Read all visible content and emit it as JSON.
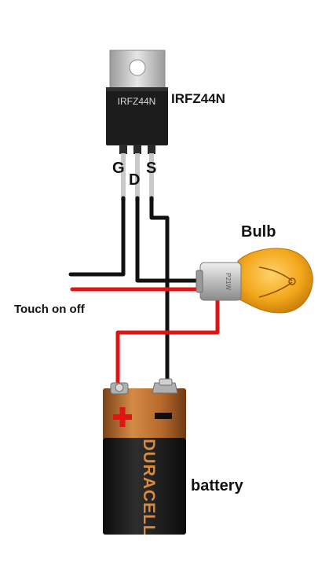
{
  "mosfet": {
    "marking": "IRFZ44N",
    "name": "IRFZ44N",
    "pins": {
      "gate": "G",
      "drain": "D",
      "source": "S"
    }
  },
  "bulb": {
    "label": "Bulb",
    "marking": "P21W"
  },
  "touch": {
    "label": "Touch on off"
  },
  "battery": {
    "label": "battery",
    "brand": "DURACELL",
    "positive": "+",
    "negative": "−"
  },
  "colors": {
    "wire_black": "#111111",
    "wire_red": "#e11414",
    "mosfet_body": "#1c1c1c",
    "tab_metal": "#c8c8c8",
    "bulb_glass": "#f3a81c",
    "battery_copper": "#b86a2c",
    "battery_black": "#1d1d1d"
  }
}
